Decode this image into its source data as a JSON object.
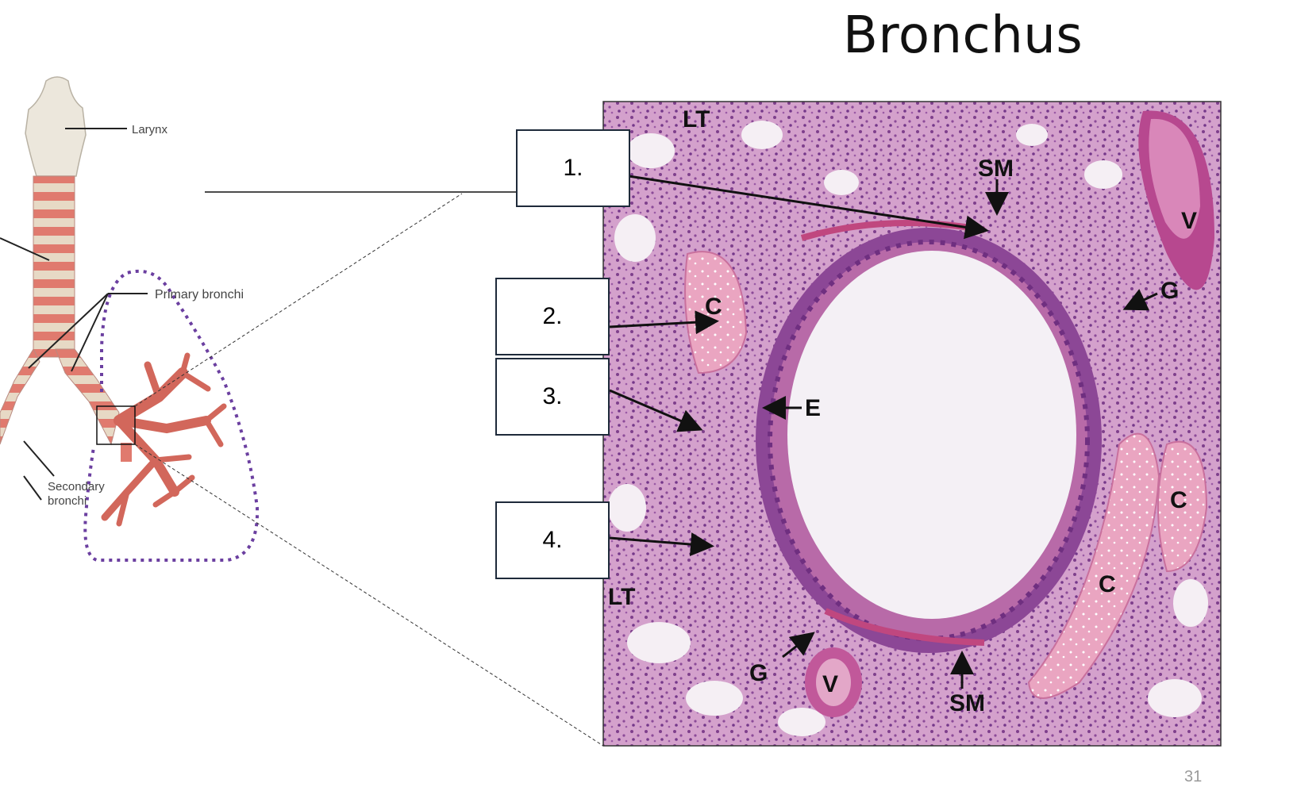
{
  "slide": {
    "title": "Bronchus",
    "page_number": "31"
  },
  "anatomy_labels": {
    "larynx": "Larynx",
    "primary_bronchi": "Primary bronchi",
    "secondary_bronchi_line1": "Secondary",
    "secondary_bronchi_line2": "bronchi"
  },
  "answer_boxes": [
    "1.",
    "2.",
    "3.",
    "4."
  ],
  "micrograph_labels": {
    "lt_top": "LT",
    "lt_left": "LT",
    "sm_top": "SM",
    "sm_bottom": "SM",
    "v_top": "V",
    "v_bottom": "V",
    "g_right": "G",
    "g_bottom": "G",
    "c_left": "C",
    "c_right1": "C",
    "c_right2": "C",
    "e": "E"
  },
  "colors": {
    "cartilage_ring": "#e07a6e",
    "larynx_fill": "#ece7dc",
    "dotted_outline": "#6b3fa0",
    "tissue_bg": "#d9a6cf",
    "tissue_dark": "#7a3d86",
    "cartilage_pink": "#e9a3bf",
    "lumen": "#f4f0f5"
  }
}
